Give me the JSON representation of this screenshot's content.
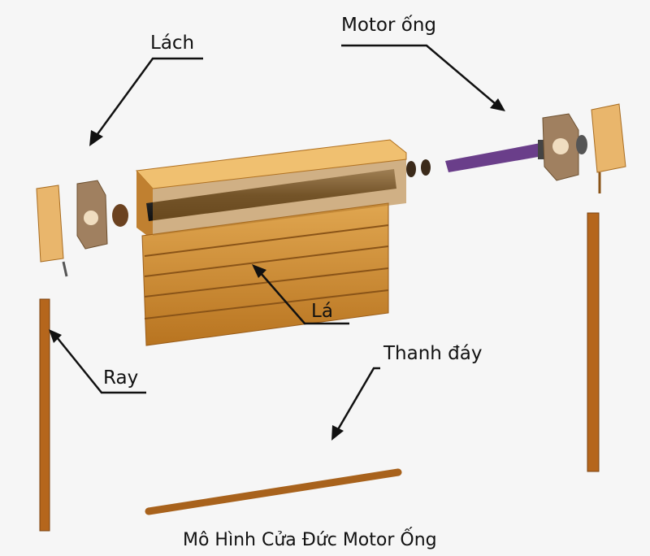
{
  "labels": {
    "lach": "Lách",
    "motor": "Motor ống",
    "la": "Lá",
    "ray": "Ray",
    "thanh_day": "Thanh đáy"
  },
  "caption": "Mô Hình Cửa Đức Motor Ống",
  "colors": {
    "background": "#f6f6f6",
    "wood": "#c8862a",
    "wood_dark": "#8a5418",
    "motor": "#6a3e8a"
  }
}
